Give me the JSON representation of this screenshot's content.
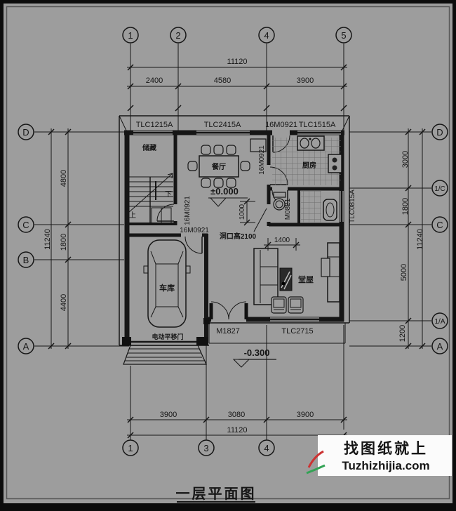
{
  "page": {
    "title": "一层平面图"
  },
  "watermark": {
    "line1": "找图纸就上",
    "line2": "Tuzhizhijia.com"
  },
  "axes": {
    "top": [
      "1",
      "2",
      "4",
      "5"
    ],
    "bottom": [
      "1",
      "3",
      "4"
    ],
    "left": [
      "D",
      "C",
      "B",
      "A"
    ],
    "right": [
      "D",
      "1/C",
      "C",
      "1/A",
      "A"
    ]
  },
  "dims": {
    "top": {
      "total": "11120",
      "seg": [
        "2400",
        "4580",
        "3900"
      ]
    },
    "bottom": {
      "total": "11120",
      "seg": [
        "3900",
        "3080",
        "3900"
      ]
    },
    "left": {
      "total": "11240",
      "seg": [
        "4800",
        "1800",
        "4400"
      ]
    },
    "right": {
      "total": "11240",
      "seg": [
        "3000",
        "1800",
        "5000",
        "1200"
      ]
    },
    "inner": {
      "w1000": "1000",
      "w1400": "1400",
      "note": "洞口高2100"
    }
  },
  "levels": {
    "indoor": "±0.000",
    "outdoor": "-0.300"
  },
  "rooms": {
    "storage": "储藏",
    "dining": "餐厅",
    "kitchen": "厨房",
    "garage": "车库",
    "living": "堂屋"
  },
  "stairs": {
    "up": "上",
    "down": "下"
  },
  "labels": {
    "top_openings": [
      "TLC1215A",
      "TLC2415A",
      "16M0921",
      "TLC1515A"
    ],
    "door_dining_kitchen": "16M0921",
    "door_stair": "16M0921",
    "door_garage": "16M0921",
    "door_bath": "M0821",
    "window_bath": "TLC0815A",
    "door_entry": "M1827",
    "window_living": "TLC2715",
    "garage_gate": "电动平移门"
  },
  "colors": {
    "paper": "#9d9d9d",
    "ink": "#161616",
    "link_blue": "#2328c8",
    "logo_red": "#cc3333",
    "logo_green": "#33a355"
  }
}
